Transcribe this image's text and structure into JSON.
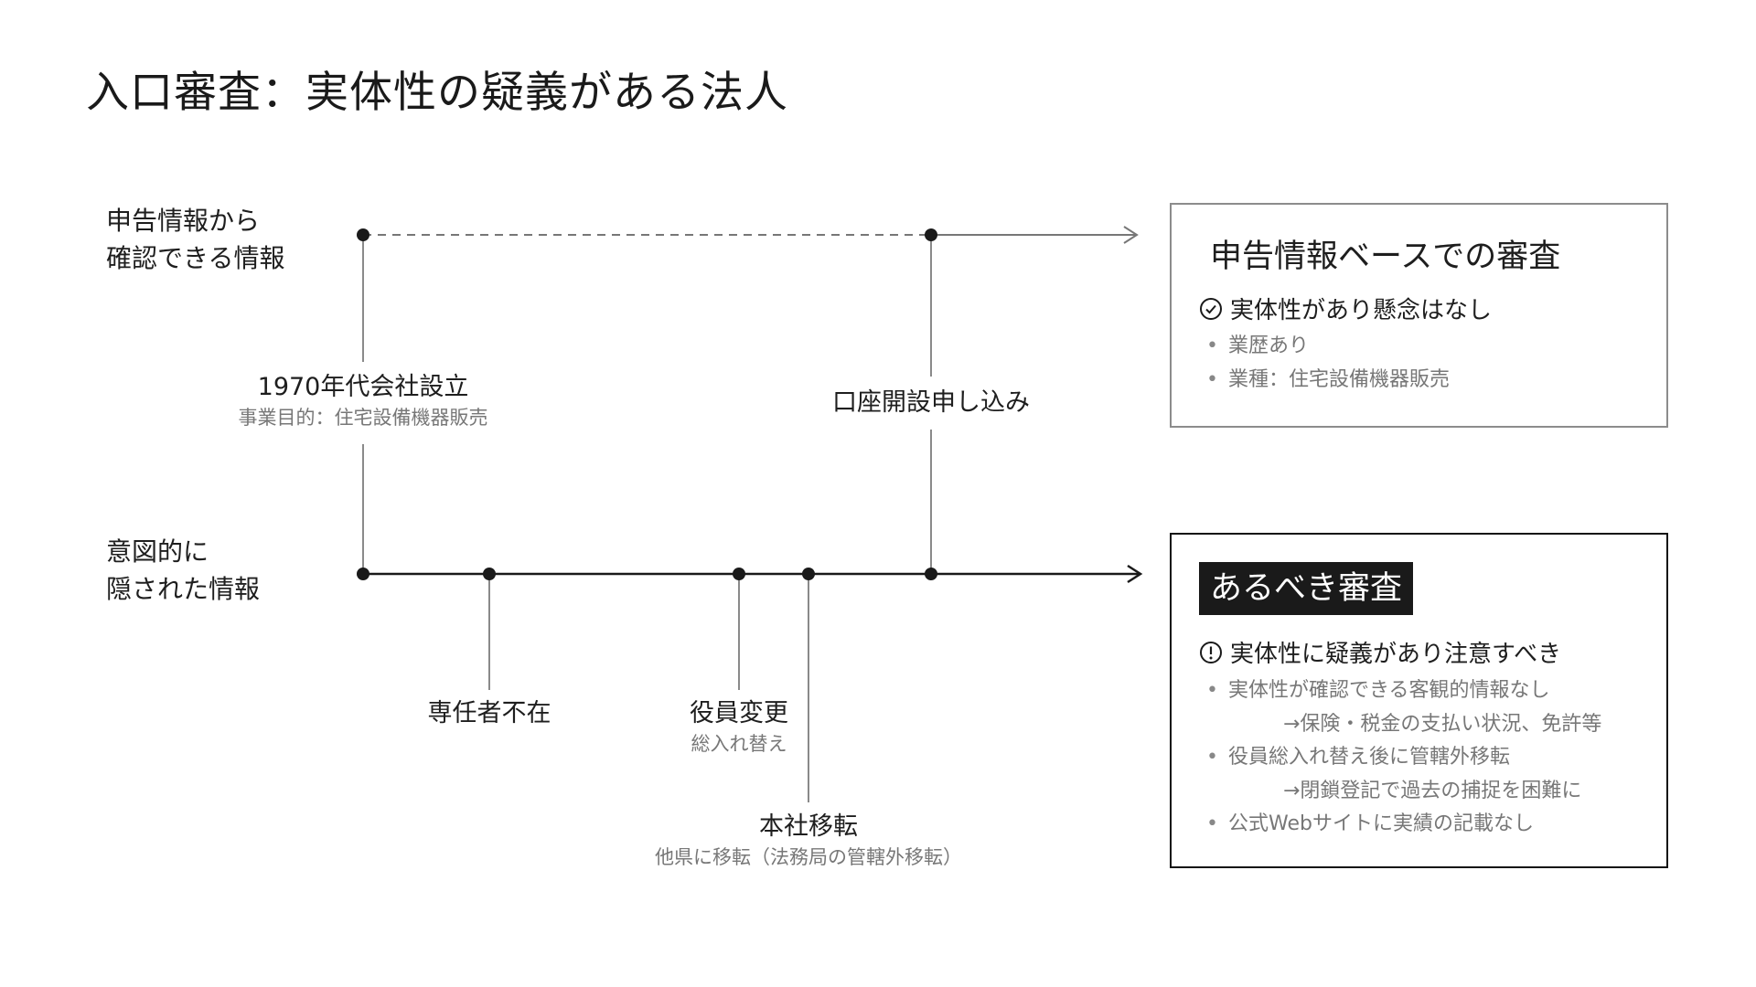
{
  "title": "入口審査：実体性の疑義がある法人",
  "rows": {
    "top": [
      "申告情報から",
      "確認できる情報"
    ],
    "bottom": [
      "意図的に",
      "隠された情報"
    ]
  },
  "events": {
    "founded": {
      "main": "1970年代会社設立",
      "sub": "事業目的：住宅設備機器販売"
    },
    "application": {
      "main": "口座開設申し込み"
    },
    "no_staff": {
      "main": "専任者不在"
    },
    "officer_change": {
      "main": "役員変更",
      "sub": "総入れ替え"
    },
    "hq_move": {
      "main": "本社移転",
      "sub": "他県に移転（法務局の管轄外移転）"
    }
  },
  "box_top": {
    "heading": "申告情報ベースでの審査",
    "verdict_icon": "check-circle-icon",
    "verdict": "実体性があり懸念はなし",
    "bullets": [
      "業歴あり",
      "業種：住宅設備機器販売"
    ]
  },
  "box_bottom": {
    "heading": "あるべき審査",
    "verdict_icon": "exclamation-circle-icon",
    "verdict": "実体性に疑義があり注意すべき",
    "bullets": [
      {
        "text": "実体性が確認できる客観的情報なし",
        "cont": "→保険・税金の支払い状況、免許等"
      },
      {
        "text": "役員総入れ替え後に管轄外移転",
        "cont": "→閉鎖登記で過去の捕捉を困難に"
      },
      {
        "text": "公式Webサイトに実績の記載なし"
      }
    ]
  },
  "bullet_mark": "•",
  "colors": {
    "line": "#1a1a1a",
    "connector": "#8a8a8a",
    "subtext": "#777777",
    "inverse_bg": "#1a1a1a"
  }
}
